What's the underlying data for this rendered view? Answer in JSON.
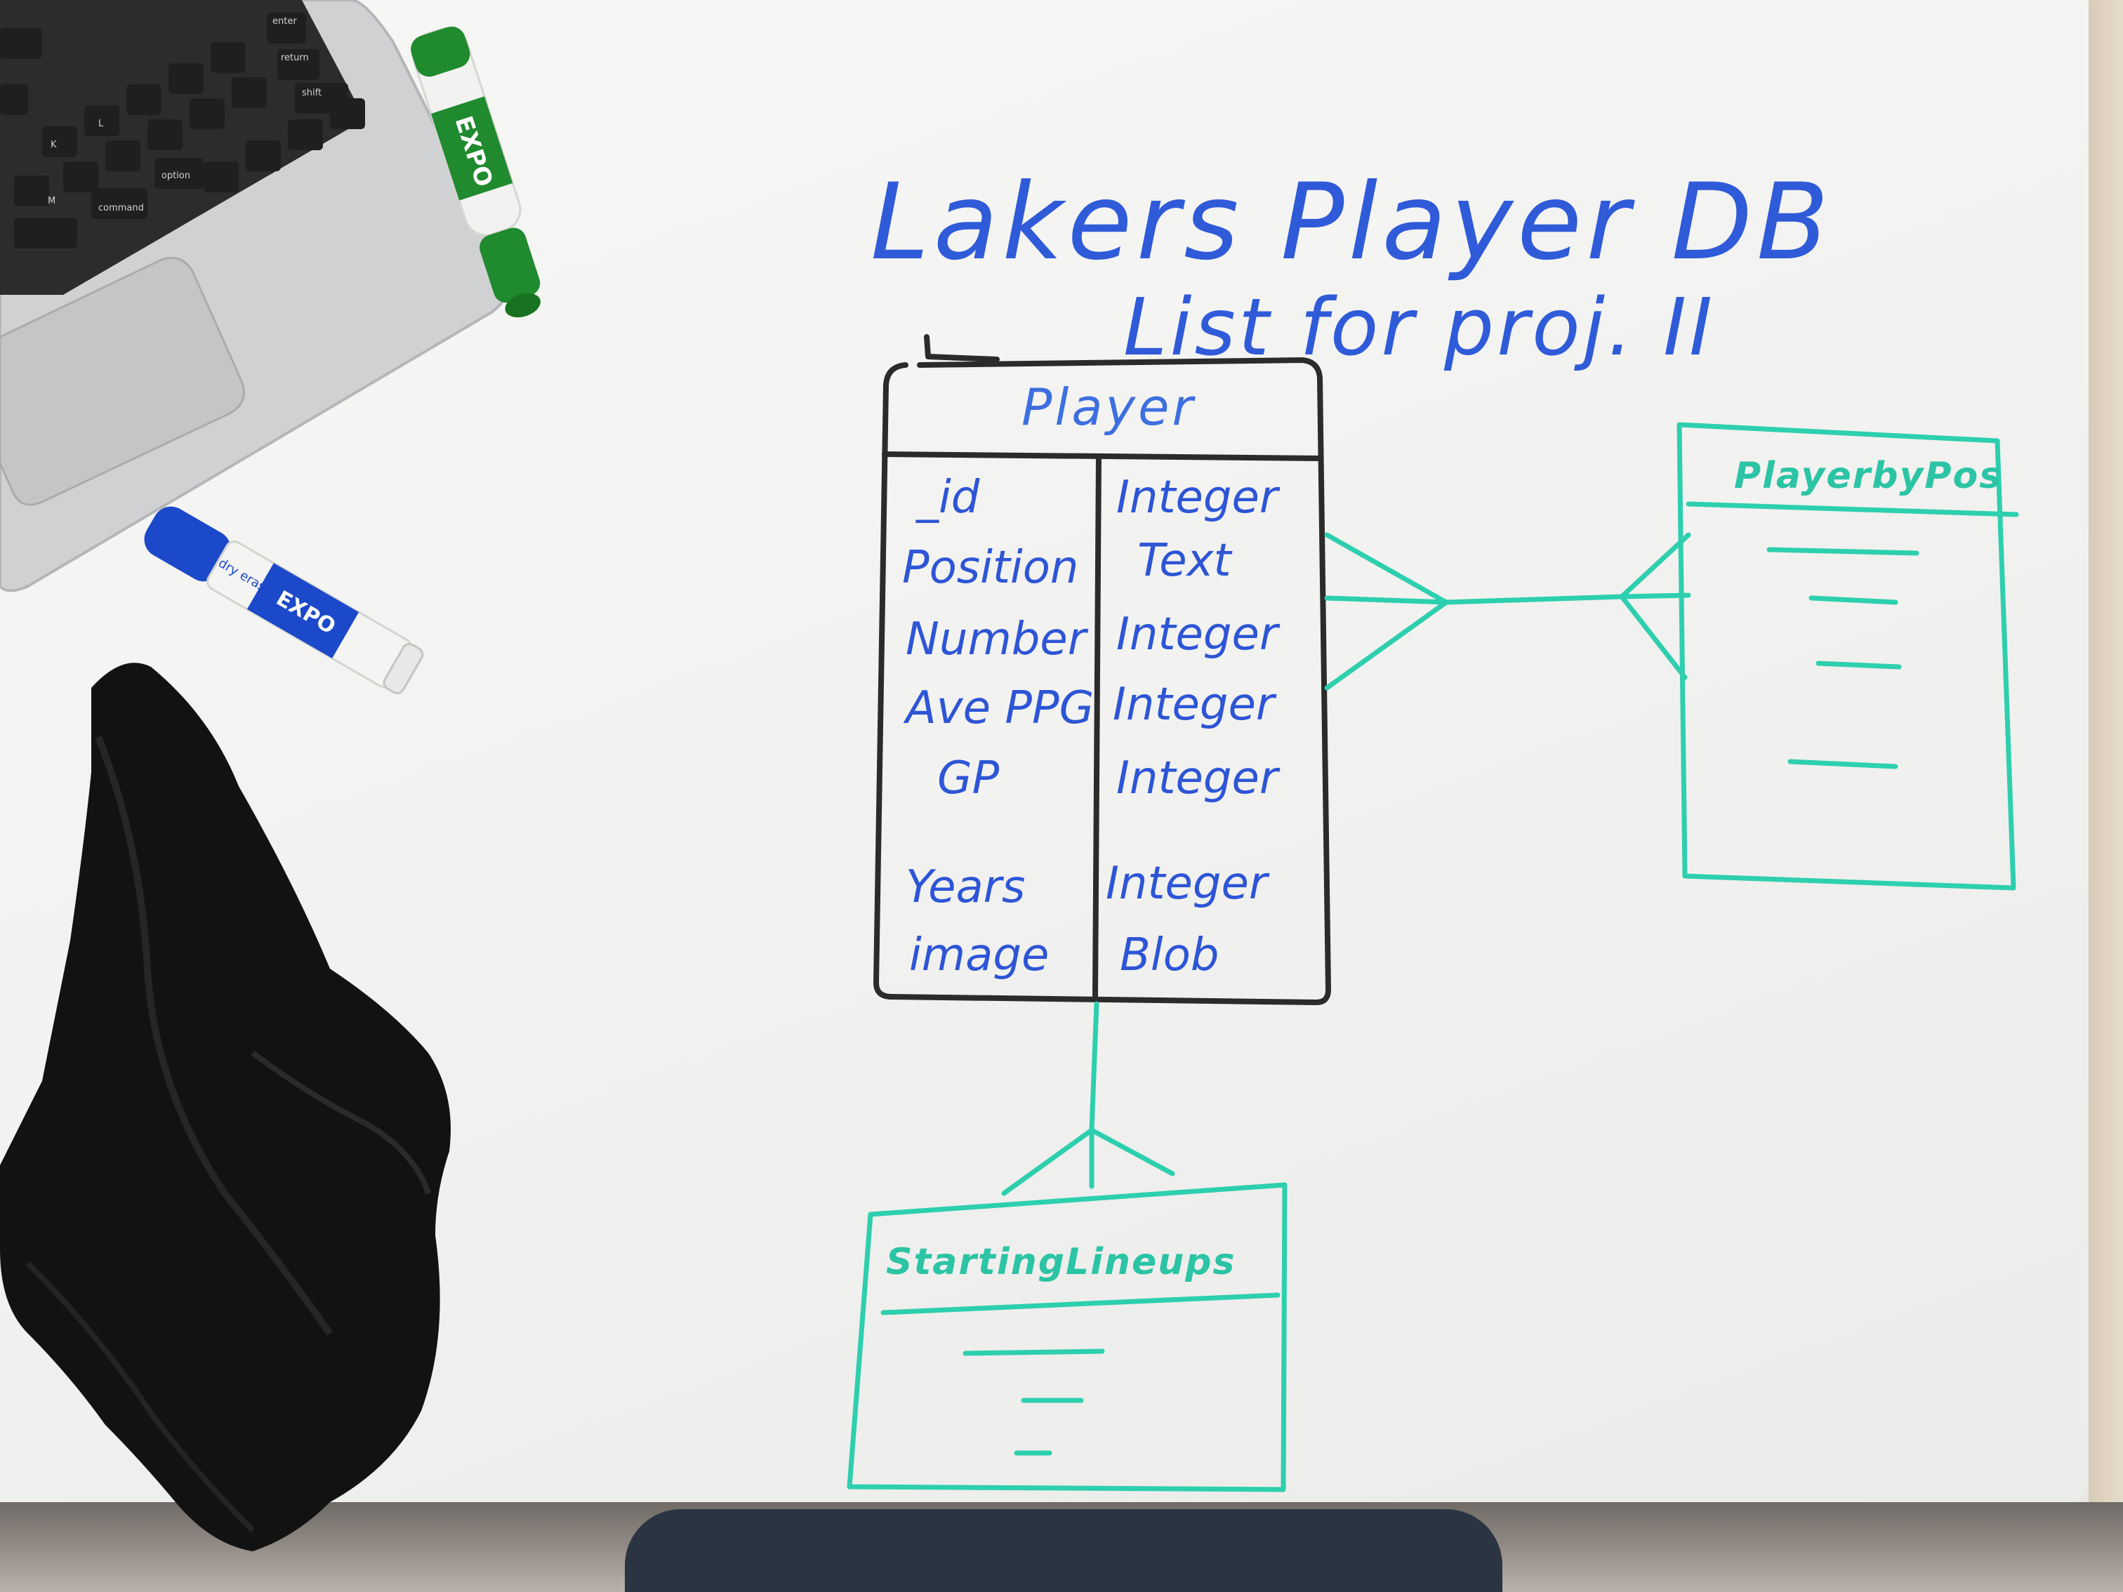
{
  "diagram": {
    "title": "Lakers Player DB",
    "subtitle": "List for proj. II",
    "player_table": {
      "name": "Player",
      "rows": [
        {
          "field": "_id",
          "type": "Integer"
        },
        {
          "field": "Position",
          "type": "Text"
        },
        {
          "field": "Number",
          "type": "Integer"
        },
        {
          "field": "Ave PPG",
          "type": "Integer"
        },
        {
          "field": "GP",
          "type": "Integer"
        },
        {
          "field": "Years",
          "type": "Integer"
        },
        {
          "field": "image",
          "type": "Blob"
        }
      ]
    },
    "right_table": {
      "name": "PlayerbyPos"
    },
    "bottom_table": {
      "name": "StartingLineups"
    },
    "colors": {
      "title_ink": "#2f5bd9",
      "table_ink": "#2b2b2b",
      "relation_ink": "#2dcfae"
    }
  },
  "desk_items": {
    "laptop_keys": [
      "return",
      "shift",
      "enter",
      "option",
      "command",
      "K",
      "L",
      "M"
    ],
    "green_marker": {
      "brand": "EXPO",
      "color": "#1f8a2e"
    },
    "blue_marker": {
      "brand": "EXPO",
      "note": "dry erase",
      "color": "#1c49c9"
    },
    "cloth": {
      "color": "#141414"
    }
  }
}
